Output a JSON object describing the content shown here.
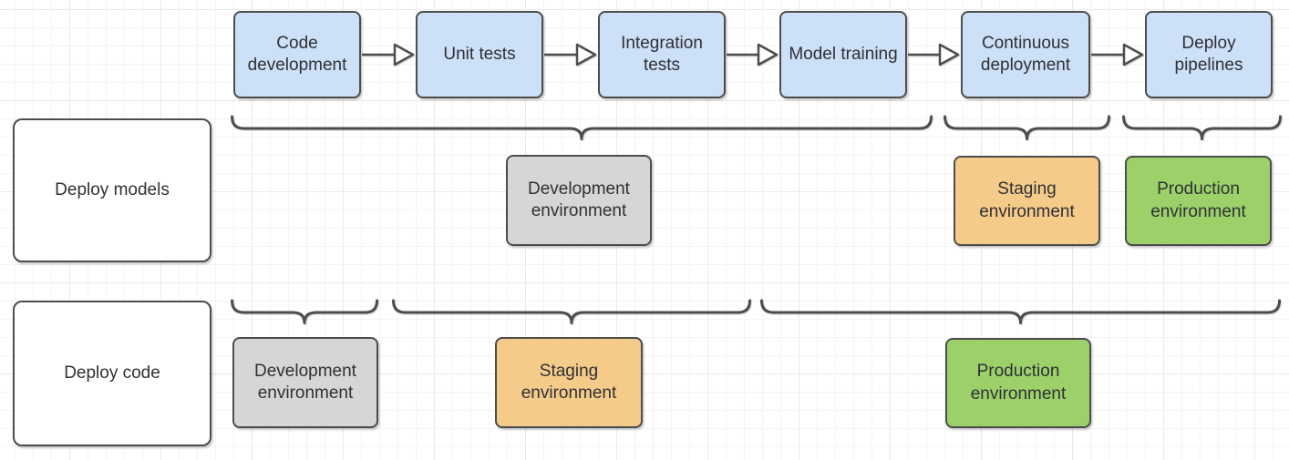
{
  "diagram": {
    "flow_steps": [
      {
        "label": "Code development"
      },
      {
        "label": "Unit tests"
      },
      {
        "label": "Integration tests"
      },
      {
        "label": "Model training"
      },
      {
        "label": "Continuous deployment"
      },
      {
        "label": "Deploy pipelines"
      }
    ],
    "rows": [
      {
        "label": "Deploy models",
        "environments": [
          {
            "label": "Development environment"
          },
          {
            "label": "Staging environment"
          },
          {
            "label": "Production environment"
          }
        ]
      },
      {
        "label": "Deploy code",
        "environments": [
          {
            "label": "Development environment"
          },
          {
            "label": "Staging environment"
          },
          {
            "label": "Production environment"
          }
        ]
      }
    ],
    "colors": {
      "process_fill": "#cce0f7",
      "development_fill": "#d6d6d6",
      "staging_fill": "#f5cb89",
      "production_fill": "#9cd169",
      "border": "#4d4d4d",
      "text": "#303036",
      "canvas_background": "#ffffff"
    }
  }
}
